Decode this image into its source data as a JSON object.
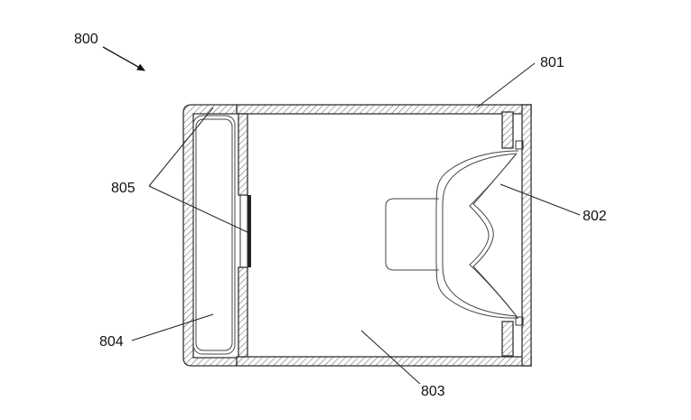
{
  "figure": {
    "labels": {
      "l800": "800",
      "l801": "801",
      "l802": "802",
      "l803": "803",
      "l804": "804",
      "l805": "805"
    }
  }
}
